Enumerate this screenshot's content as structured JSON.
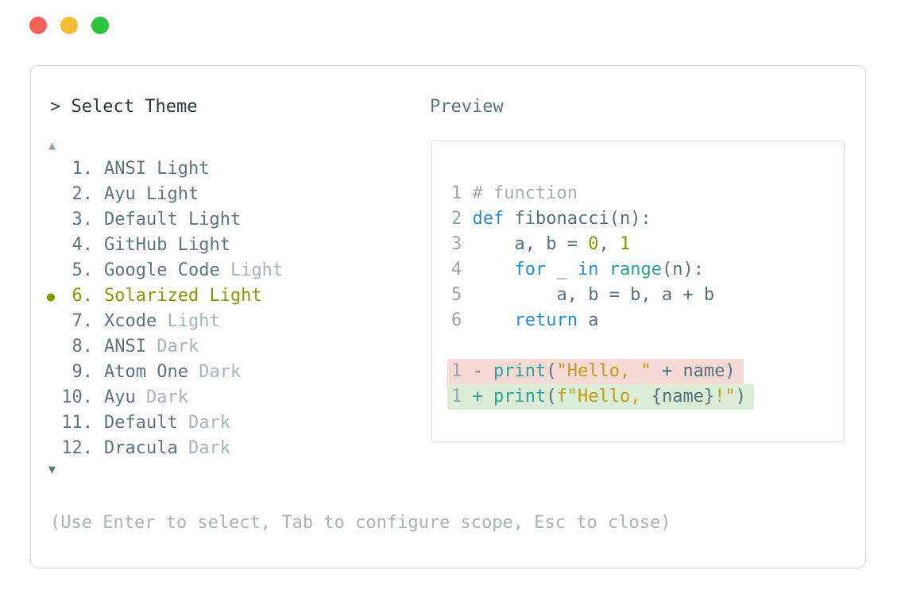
{
  "window": {
    "traffic_lights": [
      {
        "name": "close",
        "color": "#f4615a"
      },
      {
        "name": "minimize",
        "color": "#f5bb36"
      },
      {
        "name": "zoom",
        "color": "#2cc13f"
      }
    ]
  },
  "dialog": {
    "prompt_caret": ">",
    "prompt_title": "Select Theme",
    "scroll_up_indicator": "▲",
    "scroll_down_indicator": "▼",
    "selected_marker": "●",
    "hint": "(Use Enter to select, Tab to configure scope, Esc to close)",
    "items": [
      {
        "number": "1.",
        "name": "ANSI Light",
        "suffix": "",
        "selected": false
      },
      {
        "number": "2.",
        "name": "Ayu Light",
        "suffix": "",
        "selected": false
      },
      {
        "number": "3.",
        "name": "Default Light",
        "suffix": "",
        "selected": false
      },
      {
        "number": "4.",
        "name": "GitHub Light",
        "suffix": "",
        "selected": false
      },
      {
        "number": "5.",
        "name": "Google Code",
        "suffix": "Light",
        "selected": false
      },
      {
        "number": "6.",
        "name": "Solarized Light",
        "suffix": "",
        "selected": true
      },
      {
        "number": "7.",
        "name": "Xcode",
        "suffix": "Light",
        "selected": false
      },
      {
        "number": "8.",
        "name": "ANSI",
        "suffix": "Dark",
        "selected": false
      },
      {
        "number": "9.",
        "name": "Atom One",
        "suffix": "Dark",
        "selected": false
      },
      {
        "number": "10.",
        "name": "Ayu",
        "suffix": "Dark",
        "selected": false
      },
      {
        "number": "11.",
        "name": "Default",
        "suffix": "Dark",
        "selected": false
      },
      {
        "number": "12.",
        "name": "Dracula",
        "suffix": "Dark",
        "selected": false
      }
    ]
  },
  "preview": {
    "label": "Preview",
    "code_lines": [
      {
        "tokens": [
          {
            "t": "1 ",
            "c": "ln"
          },
          {
            "t": "# function",
            "c": "comment"
          }
        ]
      },
      {
        "tokens": [
          {
            "t": "2 ",
            "c": "ln"
          },
          {
            "t": "def",
            "c": "kw"
          },
          {
            "t": " fibonacci(n):",
            "c": "code"
          }
        ]
      },
      {
        "tokens": [
          {
            "t": "3 ",
            "c": "ln"
          },
          {
            "t": "    a, b = ",
            "c": "code"
          },
          {
            "t": "0",
            "c": "num"
          },
          {
            "t": ", ",
            "c": "code"
          },
          {
            "t": "1",
            "c": "num"
          }
        ]
      },
      {
        "tokens": [
          {
            "t": "4 ",
            "c": "ln"
          },
          {
            "t": "    ",
            "c": "code"
          },
          {
            "t": "for",
            "c": "kw"
          },
          {
            "t": " _ ",
            "c": "code"
          },
          {
            "t": "in",
            "c": "kw"
          },
          {
            "t": " ",
            "c": "code"
          },
          {
            "t": "range",
            "c": "fn"
          },
          {
            "t": "(n):",
            "c": "code"
          }
        ]
      },
      {
        "tokens": [
          {
            "t": "5 ",
            "c": "ln"
          },
          {
            "t": "        a, b = b, a + b",
            "c": "code"
          }
        ]
      },
      {
        "tokens": [
          {
            "t": "6 ",
            "c": "ln"
          },
          {
            "t": "    ",
            "c": "code"
          },
          {
            "t": "return",
            "c": "kw"
          },
          {
            "t": " a",
            "c": "code"
          }
        ]
      }
    ],
    "diff_lines": [
      {
        "type": "removed",
        "tokens": [
          {
            "t": "1 ",
            "c": "ln"
          },
          {
            "t": "- ",
            "c": "minus"
          },
          {
            "t": "print",
            "c": "fn"
          },
          {
            "t": "(",
            "c": "code"
          },
          {
            "t": "\"Hello, \"",
            "c": "str"
          },
          {
            "t": " + name)",
            "c": "code"
          }
        ]
      },
      {
        "type": "added",
        "tokens": [
          {
            "t": "1 ",
            "c": "ln"
          },
          {
            "t": "+ ",
            "c": "plus"
          },
          {
            "t": "print",
            "c": "fn"
          },
          {
            "t": "(",
            "c": "code"
          },
          {
            "t": "f\"Hello, ",
            "c": "str"
          },
          {
            "t": "{name}",
            "c": "code"
          },
          {
            "t": "!\"",
            "c": "str"
          },
          {
            "t": ")",
            "c": "code"
          }
        ]
      }
    ]
  },
  "colors": {
    "accent_selected": "#859900",
    "text_title": "#2d363b",
    "caret": "#3c474d",
    "slate": "#5b7383",
    "code_text": "#56707f",
    "muted_suffix": "#a4b4bf",
    "hint_text": "#a7b3b4",
    "arrow_up": "#93a4ae",
    "arrow_down": "#5d7483",
    "line_number": "#99a4ab",
    "comment": "#a4aeb3",
    "keyword": "#268bd2",
    "function_teal": "#2aa198",
    "string_gold": "#c39a16",
    "number_olive": "#859900",
    "diff_minus": "#de564e",
    "diff_plus": "#2aa198",
    "removed_bg": "#f6dad6",
    "added_bg": "#dcedd7",
    "panel_border": "#d7dbdb",
    "codebox_border": "#dadedd"
  }
}
